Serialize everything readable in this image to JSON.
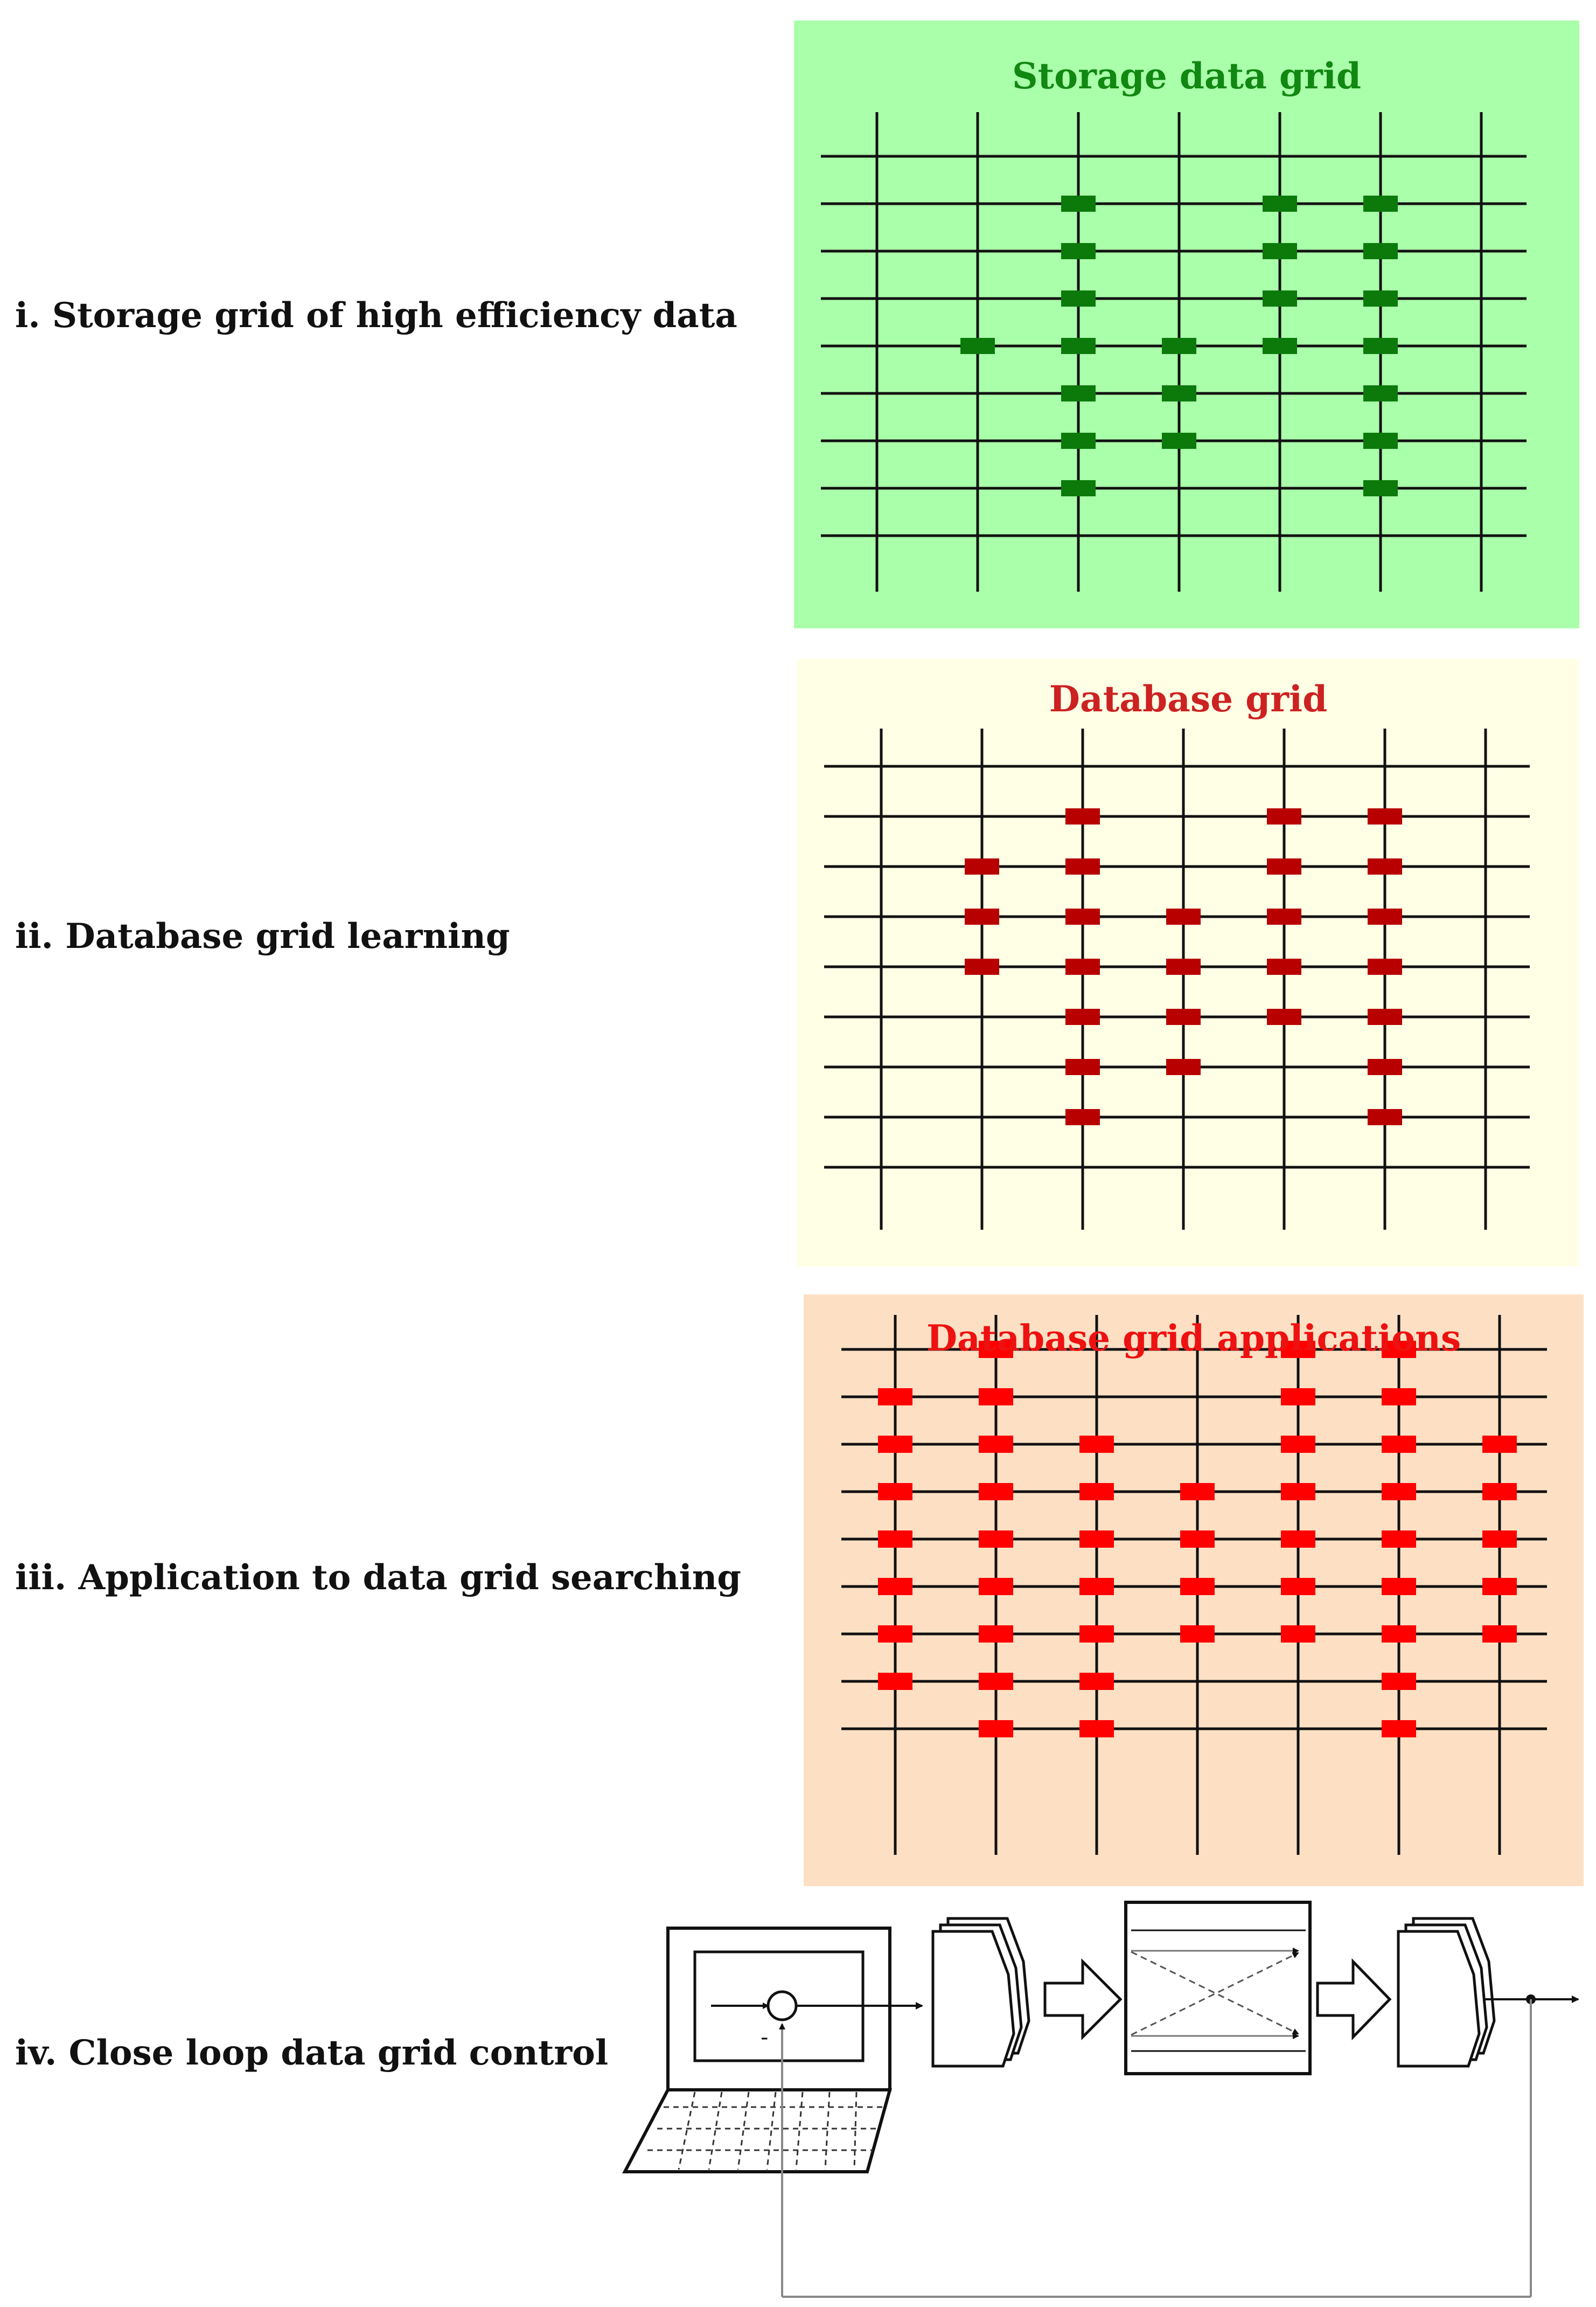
{
  "rows": [
    {
      "id": "storage",
      "label": "i.  Storage grid of high efficiency data"
    },
    {
      "id": "database",
      "label": "ii. Database grid learning"
    },
    {
      "id": "applications",
      "label": "iii. Application to data grid searching"
    },
    {
      "id": "control",
      "label": "iv. Close loop data grid control"
    }
  ],
  "panels": [
    {
      "id": "storage",
      "title": "Storage data grid",
      "background": "#aaffaa",
      "title_color": "#118811",
      "node_color": "#0b7a0b",
      "columns": 7,
      "rows": 9,
      "nodes": [
        [
          2,
          1
        ],
        [
          2,
          2
        ],
        [
          2,
          3
        ],
        [
          2,
          4
        ],
        [
          2,
          5
        ],
        [
          2,
          6
        ],
        [
          2,
          7
        ],
        [
          1,
          4
        ],
        [
          3,
          4
        ],
        [
          3,
          5
        ],
        [
          3,
          6
        ],
        [
          4,
          1
        ],
        [
          4,
          2
        ],
        [
          4,
          3
        ],
        [
          4,
          4
        ],
        [
          5,
          1
        ],
        [
          5,
          2
        ],
        [
          5,
          3
        ],
        [
          5,
          4
        ],
        [
          5,
          5
        ],
        [
          5,
          6
        ],
        [
          5,
          7
        ]
      ]
    },
    {
      "id": "database",
      "title": "Database grid",
      "background": "#ffffe6",
      "title_color": "#cc2222",
      "node_color": "#b80000",
      "columns": 7,
      "rows": 9,
      "nodes": [
        [
          2,
          1
        ],
        [
          2,
          2
        ],
        [
          2,
          3
        ],
        [
          2,
          4
        ],
        [
          2,
          5
        ],
        [
          2,
          6
        ],
        [
          2,
          7
        ],
        [
          1,
          2
        ],
        [
          1,
          3
        ],
        [
          1,
          4
        ],
        [
          3,
          3
        ],
        [
          3,
          4
        ],
        [
          3,
          5
        ],
        [
          3,
          6
        ],
        [
          4,
          1
        ],
        [
          4,
          2
        ],
        [
          4,
          3
        ],
        [
          4,
          4
        ],
        [
          4,
          5
        ],
        [
          5,
          1
        ],
        [
          5,
          2
        ],
        [
          5,
          3
        ],
        [
          5,
          4
        ],
        [
          5,
          5
        ],
        [
          5,
          6
        ],
        [
          5,
          7
        ]
      ]
    },
    {
      "id": "applications",
      "title": "Database grid applications",
      "background": "#fde0c4",
      "title_color": "#ee1111",
      "node_color": "#ff0000",
      "columns": 7,
      "rows": 9,
      "nodes": [
        [
          0,
          1
        ],
        [
          0,
          2
        ],
        [
          0,
          3
        ],
        [
          0,
          4
        ],
        [
          0,
          5
        ],
        [
          0,
          6
        ],
        [
          0,
          7
        ],
        [
          1,
          0
        ],
        [
          1,
          1
        ],
        [
          1,
          2
        ],
        [
          1,
          3
        ],
        [
          1,
          4
        ],
        [
          1,
          5
        ],
        [
          1,
          6
        ],
        [
          1,
          7
        ],
        [
          1,
          8
        ],
        [
          2,
          2
        ],
        [
          2,
          3
        ],
        [
          2,
          4
        ],
        [
          2,
          5
        ],
        [
          2,
          6
        ],
        [
          2,
          7
        ],
        [
          2,
          8
        ],
        [
          3,
          3
        ],
        [
          3,
          4
        ],
        [
          3,
          5
        ],
        [
          3,
          6
        ],
        [
          4,
          0
        ],
        [
          4,
          1
        ],
        [
          4,
          2
        ],
        [
          4,
          3
        ],
        [
          4,
          4
        ],
        [
          4,
          5
        ],
        [
          4,
          6
        ],
        [
          5,
          0
        ],
        [
          5,
          1
        ],
        [
          5,
          2
        ],
        [
          5,
          3
        ],
        [
          5,
          4
        ],
        [
          5,
          5
        ],
        [
          5,
          6
        ],
        [
          5,
          7
        ],
        [
          5,
          8
        ],
        [
          6,
          2
        ],
        [
          6,
          3
        ],
        [
          6,
          4
        ],
        [
          6,
          5
        ],
        [
          6,
          6
        ]
      ]
    }
  ],
  "control_diagram": {
    "minus_sign": "-",
    "colors": {
      "stroke": "#111111",
      "feedback": "#888888"
    }
  }
}
